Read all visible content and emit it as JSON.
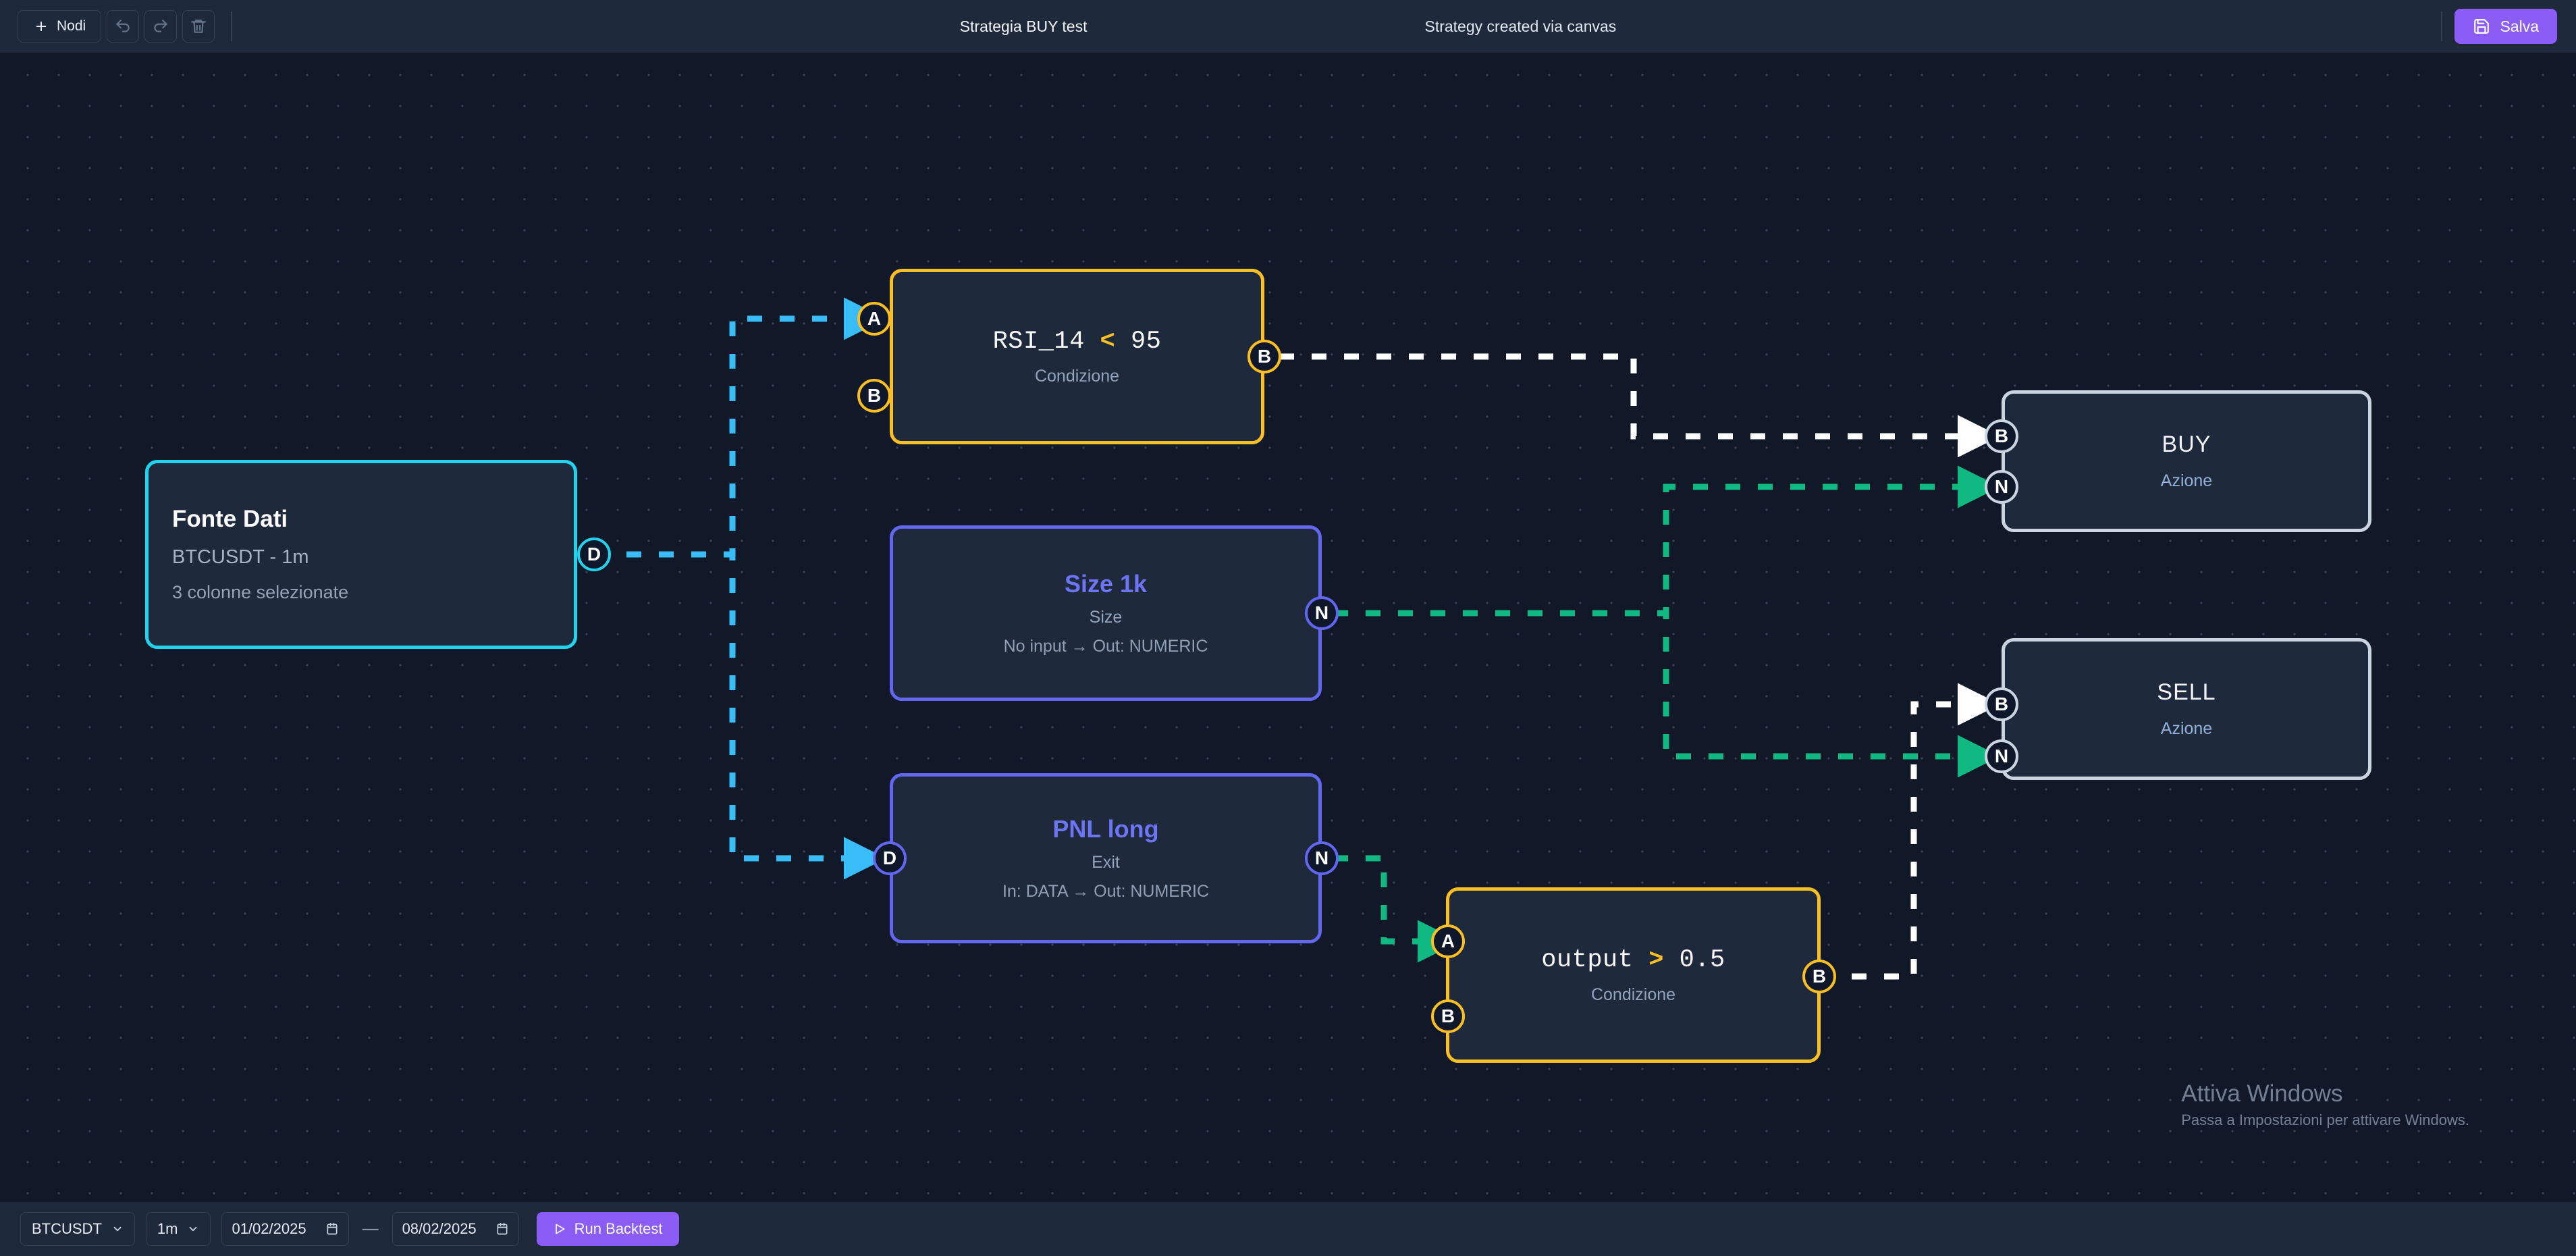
{
  "topbar": {
    "add_nodes_label": "Nodi",
    "undo_icon": "undo-icon",
    "redo_icon": "redo-icon",
    "delete_icon": "trash-icon",
    "title": "Strategia BUY test",
    "subtitle": "Strategy created via canvas",
    "save_label": "Salva",
    "save_icon": "save-floppy-icon",
    "accent_color": "#8b5cf6",
    "bar_background": "#1e293b"
  },
  "canvas": {
    "background": "#111827",
    "grid_dot_color": "#3a4357"
  },
  "nodes": [
    {
      "id": "fonte-dati",
      "kind": "data",
      "title": "Fonte Dati",
      "line1": "BTCUSDT - 1m",
      "line2": "3 colonne selezionate",
      "border_color": "#22d3ee",
      "ports": [
        {
          "label": "D",
          "side": "right",
          "type": "data"
        }
      ]
    },
    {
      "id": "rsi-condition",
      "kind": "condition",
      "expr_left": "RSI_14",
      "expr_op": "<",
      "expr_right": "95",
      "subtitle": "Condizione",
      "border_color": "#fbbf24",
      "ports": [
        {
          "label": "A",
          "side": "left",
          "type": "input-a"
        },
        {
          "label": "B",
          "side": "left",
          "type": "input-b"
        },
        {
          "label": "B",
          "side": "right",
          "type": "output-bool"
        }
      ]
    },
    {
      "id": "size-1k",
      "kind": "calc",
      "title": "Size 1k",
      "subtitle": "Size",
      "meta": "No input → Out: NUMERIC",
      "border_color": "#6366f1",
      "ports": [
        {
          "label": "N",
          "side": "right",
          "type": "output-numeric"
        }
      ]
    },
    {
      "id": "pnl-long",
      "kind": "calc",
      "title": "PNL long",
      "subtitle": "Exit",
      "meta": "In: DATA → Out: NUMERIC",
      "border_color": "#6366f1",
      "ports": [
        {
          "label": "D",
          "side": "left",
          "type": "input-data"
        },
        {
          "label": "N",
          "side": "right",
          "type": "output-numeric"
        }
      ]
    },
    {
      "id": "output-condition",
      "kind": "condition",
      "expr_left": "output",
      "expr_op": ">",
      "expr_right": "0.5",
      "subtitle": "Condizione",
      "border_color": "#fbbf24",
      "ports": [
        {
          "label": "A",
          "side": "left",
          "type": "input-a"
        },
        {
          "label": "B",
          "side": "left",
          "type": "input-b"
        },
        {
          "label": "B",
          "side": "right",
          "type": "output-bool"
        }
      ]
    },
    {
      "id": "buy-action",
      "kind": "action",
      "title": "BUY",
      "subtitle": "Azione",
      "border_color": "#cbd5e1",
      "ports": [
        {
          "label": "B",
          "side": "left",
          "type": "input-bool"
        },
        {
          "label": "N",
          "side": "left",
          "type": "input-numeric"
        }
      ]
    },
    {
      "id": "sell-action",
      "kind": "action",
      "title": "SELL",
      "subtitle": "Azione",
      "border_color": "#cbd5e1",
      "ports": [
        {
          "label": "B",
          "side": "left",
          "type": "input-bool"
        },
        {
          "label": "N",
          "side": "left",
          "type": "input-numeric"
        }
      ]
    }
  ],
  "edges": [
    {
      "id": "e1",
      "from": "fonte-dati.D",
      "to": "rsi-condition.A",
      "color": "#38bdf8"
    },
    {
      "id": "e2",
      "from": "fonte-dati.D",
      "to": "pnl-long.D",
      "color": "#38bdf8"
    },
    {
      "id": "e3",
      "from": "rsi-condition.B",
      "to": "buy-action.B",
      "color": "#ffffff"
    },
    {
      "id": "e4",
      "from": "size-1k.N",
      "to": "buy-action.N",
      "color": "#10b981"
    },
    {
      "id": "e5",
      "from": "size-1k.N",
      "to": "sell-action.N",
      "color": "#10b981"
    },
    {
      "id": "e6",
      "from": "pnl-long.N",
      "to": "output-condition.A",
      "color": "#10b981"
    },
    {
      "id": "e7",
      "from": "output-condition.B",
      "to": "sell-action.B",
      "color": "#ffffff"
    }
  ],
  "watermark": {
    "line1": "Attiva Windows",
    "line2": "Passa a Impostazioni per attivare Windows."
  },
  "bottombar": {
    "symbol": "BTCUSDT",
    "timeframe": "1m",
    "date_from": "01/02/2025",
    "date_to": "08/02/2025",
    "separator": "—",
    "run_label": "Run Backtest",
    "run_icon": "play-icon",
    "calendar_icon": "calendar-icon",
    "chevron_icon": "chevron-down-icon"
  }
}
